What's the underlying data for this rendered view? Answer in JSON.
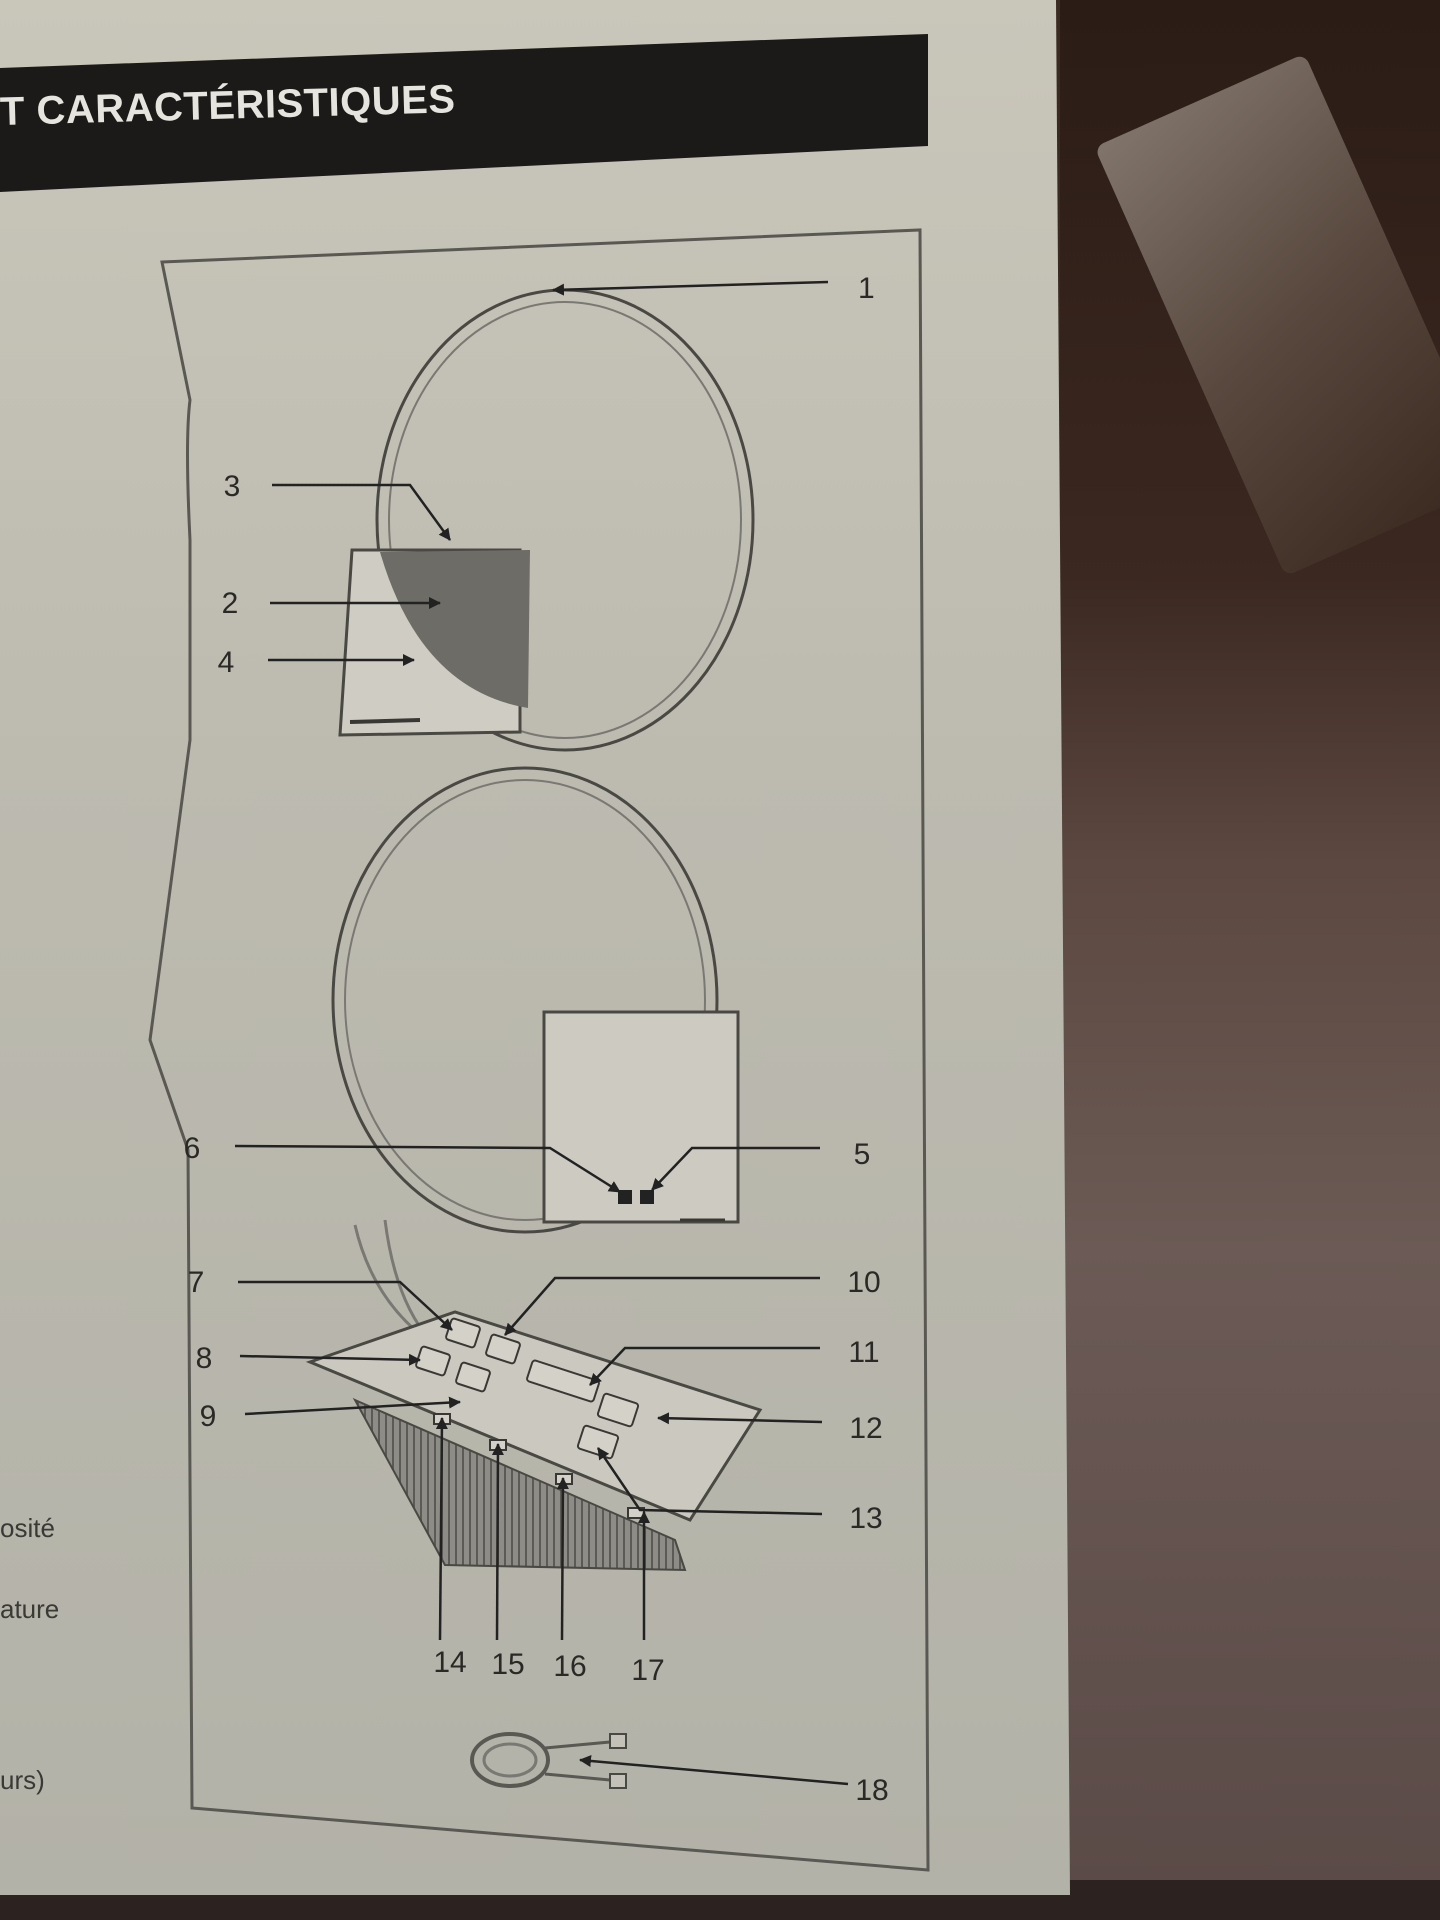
{
  "header": {
    "title": "T CARACTÉRISTIQUES"
  },
  "callouts": {
    "c1": "1",
    "c2": "2",
    "c3": "3",
    "c4": "4",
    "c5": "5",
    "c6": "6",
    "c7": "7",
    "c8": "8",
    "c9": "9",
    "c10": "10",
    "c11": "11",
    "c12": "12",
    "c13": "13",
    "c14": "14",
    "c15": "15",
    "c16": "16",
    "c17": "17",
    "c18": "18"
  },
  "margin_fragments": {
    "f1": "osité",
    "f2": "ature",
    "f3": "urs)"
  }
}
